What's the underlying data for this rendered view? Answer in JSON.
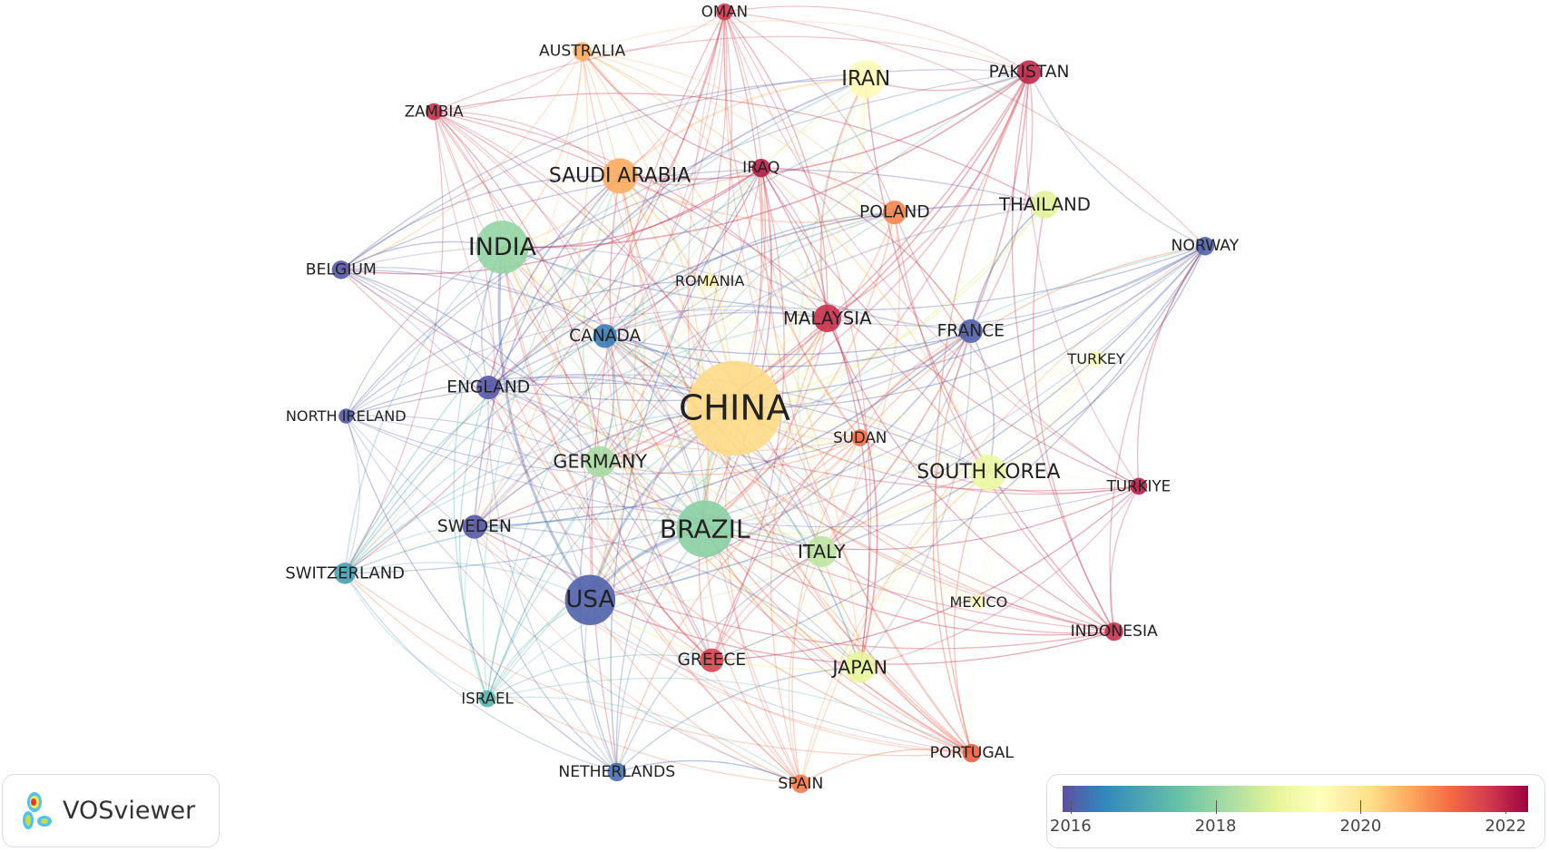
{
  "network": {
    "nodes": [
      {
        "label": "CHINA",
        "weight": 100,
        "year": 2019.8
      },
      {
        "label": "BRAZIL",
        "weight": 33,
        "year": 2017.5
      },
      {
        "label": "INDIA",
        "weight": 28,
        "year": 2017.6
      },
      {
        "label": "USA",
        "weight": 25,
        "year": 2016.1
      },
      {
        "label": "IRAN",
        "weight": 13,
        "year": 2019.2
      },
      {
        "label": "SAUDI ARABIA",
        "weight": 11,
        "year": 2020.4
      },
      {
        "label": "SOUTH KOREA",
        "weight": 11,
        "year": 2018.6
      },
      {
        "label": "ITALY",
        "weight": 8,
        "year": 2018.0
      },
      {
        "label": "GERMANY",
        "weight": 8,
        "year": 2017.8
      },
      {
        "label": "JAPAN",
        "weight": 8,
        "year": 2018.5
      },
      {
        "label": "MALAYSIA",
        "weight": 6,
        "year": 2021.8
      },
      {
        "label": "THAILAND",
        "weight": 6,
        "year": 2018.4
      },
      {
        "label": "POLAND",
        "weight": 4,
        "year": 2020.8
      },
      {
        "label": "CANADA",
        "weight": 4,
        "year": 2016.4
      },
      {
        "label": "ENGLAND",
        "weight": 4,
        "year": 2016.0
      },
      {
        "label": "SWEDEN",
        "weight": 4,
        "year": 2016.0
      },
      {
        "label": "FRANCE",
        "weight": 4,
        "year": 2016.1
      },
      {
        "label": "GREECE",
        "weight": 4,
        "year": 2021.6
      },
      {
        "label": "PAKISTAN",
        "weight": 4,
        "year": 2021.9
      },
      {
        "label": "SWITZERLAND",
        "weight": 3,
        "year": 2016.8
      },
      {
        "label": "BELGIUM",
        "weight": 2,
        "year": 2016.0
      },
      {
        "label": "NORWAY",
        "weight": 2,
        "year": 2016.1
      },
      {
        "label": "ZAMBIA",
        "weight": 1.5,
        "year": 2021.8
      },
      {
        "label": "AUSTRALIA",
        "weight": 2,
        "year": 2020.4
      },
      {
        "label": "OMAN",
        "weight": 1.5,
        "year": 2021.7
      },
      {
        "label": "IRAQ",
        "weight": 2,
        "year": 2022.0
      },
      {
        "label": "ROMANIA",
        "weight": 1,
        "year": 2019.3
      },
      {
        "label": "NORTH IRELAND",
        "weight": 1,
        "year": 2016.0
      },
      {
        "label": "TURKEY",
        "weight": 1,
        "year": 2019.0
      },
      {
        "label": "SUDAN",
        "weight": 1.5,
        "year": 2021.0
      },
      {
        "label": "TURKIYE",
        "weight": 1.5,
        "year": 2022.0
      },
      {
        "label": "MEXICO",
        "weight": 1,
        "year": 2019.0
      },
      {
        "label": "INDONESIA",
        "weight": 2,
        "year": 2021.8
      },
      {
        "label": "PORTUGAL",
        "weight": 2,
        "year": 2021.2
      },
      {
        "label": "SPAIN",
        "weight": 2,
        "year": 2020.9
      },
      {
        "label": "NETHERLANDS",
        "weight": 2,
        "year": 2016.2
      },
      {
        "label": "ISRAEL",
        "weight": 1.5,
        "year": 2017.0
      }
    ]
  },
  "logo": {
    "text": "VOSviewer"
  },
  "legend": {
    "ticks": [
      "2016",
      "2018",
      "2020",
      "2022"
    ],
    "tick_values": [
      2016,
      2018,
      2020,
      2022
    ],
    "range": [
      2015.89,
      2022.31
    ],
    "colors": [
      "#5e4fa2",
      "#3288bd",
      "#66c2a5",
      "#abdda4",
      "#e6f598",
      "#ffffbf",
      "#fee08b",
      "#fdae61",
      "#f46d43",
      "#d53e4f",
      "#9e0142"
    ]
  }
}
